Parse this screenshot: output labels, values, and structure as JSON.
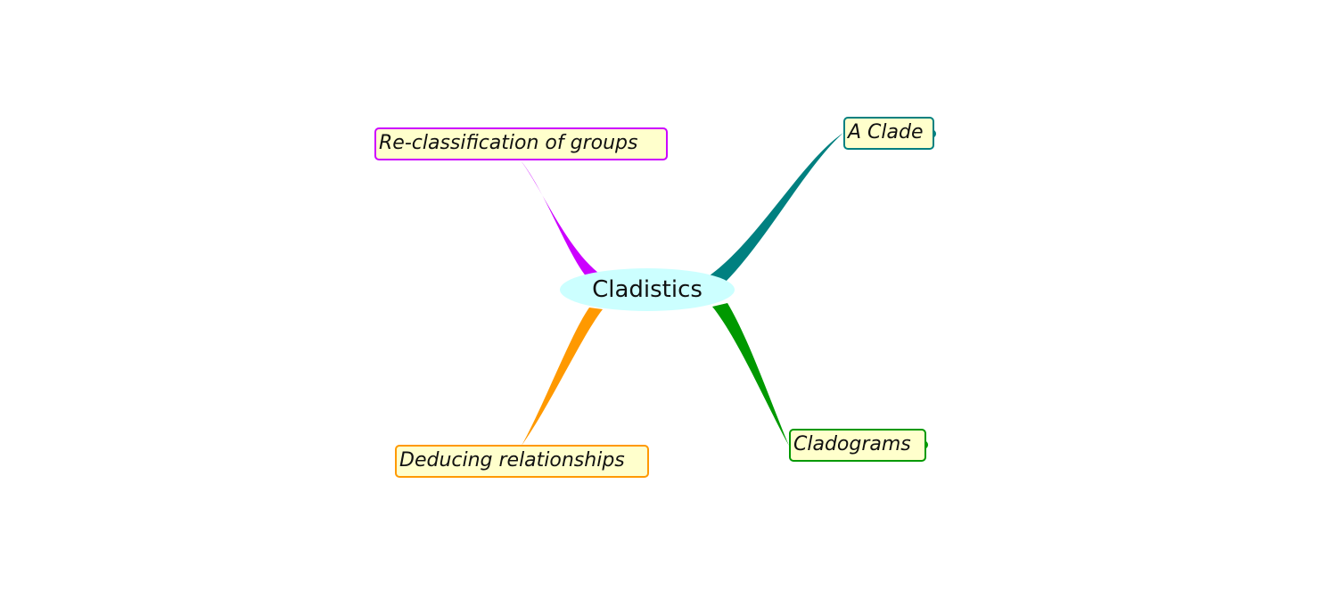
{
  "center": {
    "label": "Cladistics",
    "color": "#ccffff"
  },
  "branches": [
    {
      "id": "reclass",
      "label": "Re-classification of groups",
      "color": "#cc00ff"
    },
    {
      "id": "clade",
      "label": "A Clade",
      "color": "#008080"
    },
    {
      "id": "deduce",
      "label": "Deducing relationships",
      "color": "#ff9900"
    },
    {
      "id": "clado",
      "label": "Cladograms",
      "color": "#009900"
    }
  ],
  "node_fill": "#ffffcc"
}
